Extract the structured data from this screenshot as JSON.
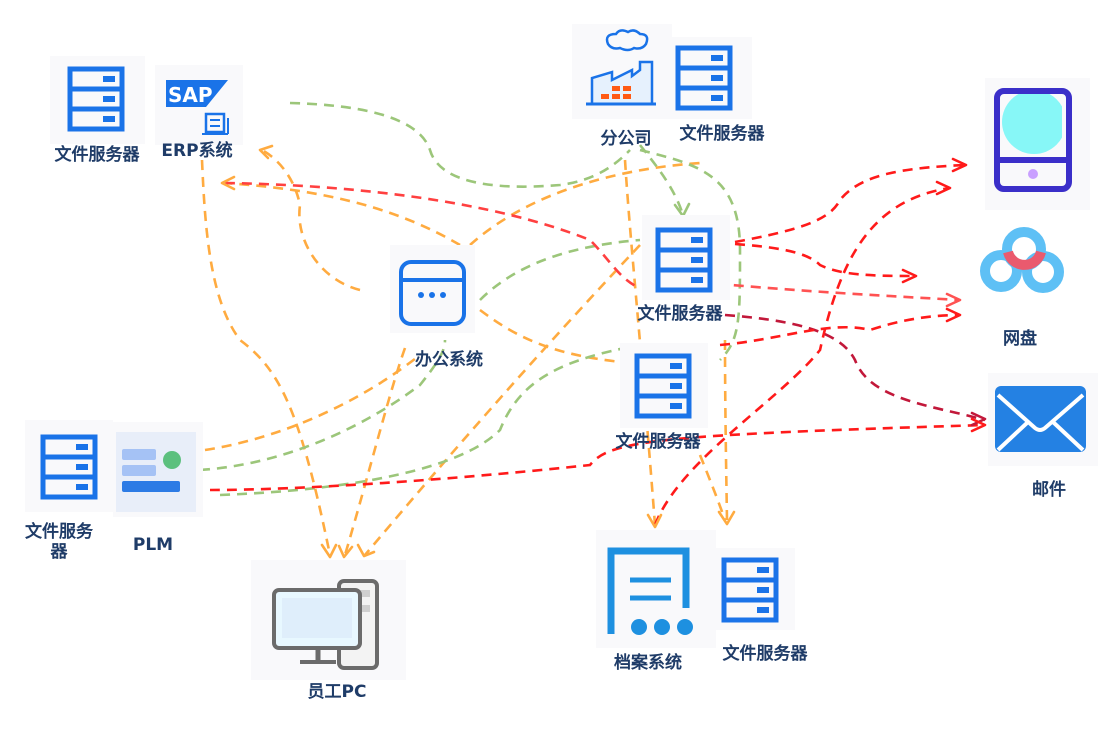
{
  "diagram": {
    "type": "network-data-flow",
    "colors": {
      "label": "#1f3c68",
      "icon_blue": "#1a73e8",
      "flow_orange": "#ffab40",
      "flow_green": "#9cc67a",
      "flow_red": "#ff1a1a",
      "flow_light_red": "#ff5252",
      "flow_dark_red": "#c2183a"
    },
    "nodes": {
      "file_server_topleft": {
        "label": "文件服务器",
        "icon": "server-icon"
      },
      "erp": {
        "label": "ERP系统",
        "icon": "sap-icon",
        "logo_text": "SAP"
      },
      "branch": {
        "label": "分公司",
        "icon": "factory-icon"
      },
      "file_server_branch": {
        "label": "文件服务器",
        "icon": "server-icon"
      },
      "tablet": {
        "label": "",
        "icon": "tablet-icon"
      },
      "netdisk": {
        "label": "网盘",
        "icon": "cloud-disk-icon"
      },
      "mail": {
        "label": "邮件",
        "icon": "mail-icon"
      },
      "office": {
        "label": "办公系统",
        "icon": "browser-window-icon"
      },
      "file_server_center1": {
        "label": "文件服务器",
        "icon": "server-icon"
      },
      "file_server_center2": {
        "label": "文件服务器",
        "icon": "server-icon"
      },
      "file_server_left": {
        "label": "文件服务\n器",
        "icon": "server-icon"
      },
      "plm": {
        "label": "PLM",
        "icon": "plm-icon"
      },
      "pc": {
        "label": "员工PC",
        "icon": "desktop-pc-icon"
      },
      "archive": {
        "label": "档案系统",
        "icon": "archive-icon"
      },
      "file_server_archive": {
        "label": "文件服务器",
        "icon": "server-icon"
      }
    },
    "edges": [
      {
        "from": "erp",
        "to": "pc",
        "color": "orange"
      },
      {
        "from": "office",
        "to": "erp",
        "color": "orange"
      },
      {
        "from": "file_server_center1",
        "to": "erp",
        "color": "orange"
      },
      {
        "from": "file_server_center1",
        "to": "erp",
        "color": "red"
      },
      {
        "from": "erp",
        "to": "file_server_center1",
        "color": "green"
      },
      {
        "from": "office",
        "to": "branch",
        "color": "orange"
      },
      {
        "from": "branch",
        "to": "file_server_center1",
        "color": "green"
      },
      {
        "from": "branch",
        "to": "file_server_center2",
        "color": "green"
      },
      {
        "from": "office",
        "to": "file_server_center1",
        "color": "green"
      },
      {
        "from": "office",
        "to": "file_server_center2",
        "color": "orange"
      },
      {
        "from": "office",
        "to": "pc",
        "color": "orange"
      },
      {
        "from": "branch",
        "to": "pc",
        "color": "orange"
      },
      {
        "from": "plm",
        "to": "office",
        "color": "orange"
      },
      {
        "from": "plm",
        "to": "office",
        "color": "green"
      },
      {
        "from": "plm",
        "to": "file_server_center2",
        "color": "green"
      },
      {
        "from": "plm",
        "to": "mail",
        "color": "red"
      },
      {
        "from": "file_server_center2",
        "to": "archive",
        "color": "orange"
      },
      {
        "from": "file_server_center1",
        "to": "file_server_archive",
        "color": "orange"
      },
      {
        "from": "file_server_center1",
        "to": "tablet",
        "color": "red"
      },
      {
        "from": "file_server_center1",
        "to": "netdisk",
        "color": "red"
      },
      {
        "from": "file_server_center1",
        "to": "netdisk",
        "color": "light-red"
      },
      {
        "from": "file_server_center1",
        "to": "mail",
        "color": "dark-red"
      },
      {
        "from": "archive",
        "to": "tablet",
        "color": "red"
      },
      {
        "from": "file_server_center2",
        "to": "netdisk",
        "color": "red"
      }
    ]
  }
}
